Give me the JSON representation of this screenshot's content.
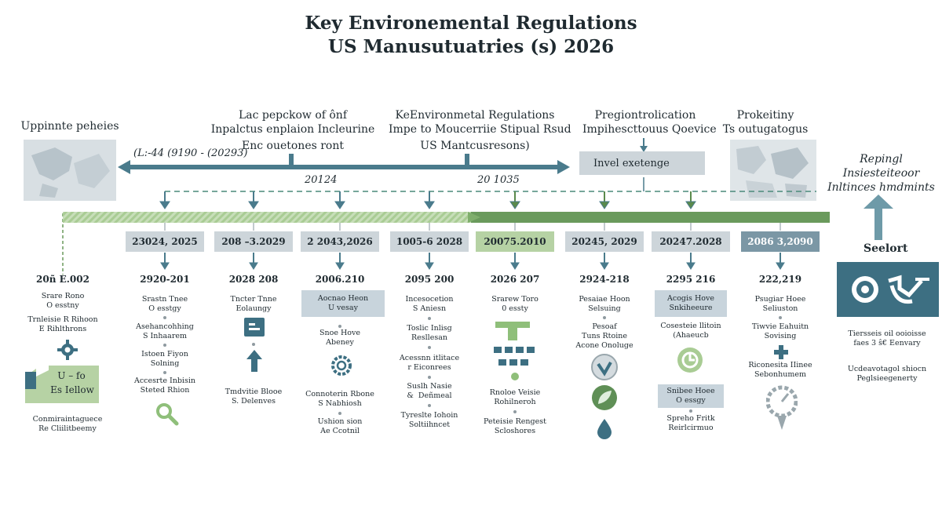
{
  "title": {
    "line1": "Key Environemental Regulations",
    "line2": "US Manusutuatries (s) 2026"
  },
  "colors": {
    "dark_bar": "#4a7b8c",
    "green_bar": "#6a9a5c",
    "light_green": "#a9cc94",
    "box_gray": "#cdd5da",
    "box_green": "#b6d2a4",
    "teal_dark": "#3d6f82"
  },
  "headers": {
    "left": "Uppinnte peheies",
    "h1": [
      "Lac pepckow of ônf",
      "Inpalctus enplaion Incleurine",
      "Enc ouetones ront"
    ],
    "h2": [
      "KeEnvironmetal Regulations",
      "Impe  to Moucerriie Stipual Rsud",
      "US Mantcusresons)"
    ],
    "h3": [
      "Pregiontrolication",
      "Impihescttouus Qoevice"
    ],
    "h4": [
      "Prokeitiny",
      "Ts outugatogus"
    ],
    "right": [
      "Repingl",
      "Insiesteiteoor",
      "Inltinces hmdmints"
    ]
  },
  "arrow_label": "(L:-44 (9190 - (20293)",
  "invel_box": "Invel exetenge",
  "year_labels": [
    "20124",
    "20 1035"
  ],
  "left_column": {
    "date": "20ñ E.002",
    "items": [
      "Srare Rono\nO esstny",
      "Trnleisie R Rihoon\nE Rihlthrons"
    ],
    "box": [
      "U – fo",
      "Es Iellow"
    ],
    "bottom": "Conmiraintaguece\nRe Cliilitbeemy"
  },
  "date_boxes": [
    "23024, 2025",
    "208 –3.2029",
    "2 2043,2026",
    "1005-6 2028",
    "20075.2010",
    "20245, 2029",
    "20247.2028",
    "2086 3,2090"
  ],
  "columns": [
    {
      "date": "2920-201",
      "items": [
        "Srastn Tnee\nO esstgy",
        "Asehancohhing\nS Inhaarem",
        "Istoen Fiyon\nSolning",
        "Accesrte Inbisin\nSteted Rhion"
      ]
    },
    {
      "date": "2028 208",
      "items": [
        "Tncter Tnne\nEolaungy",
        "Tmdvitie Blooe\nS. Delenves"
      ]
    },
    {
      "date": "2006.210",
      "items": [
        "Aocnao Heon\nU vesay",
        "Snoe Hove\nAbeney",
        "Connoterin Rbone\nS Nabhiosh",
        "Ushion sion\nAe Ccotnil"
      ]
    },
    {
      "date": "2095 200",
      "items": [
        "Incesocetion\nS Aniesn",
        "Toslic Inlisg\nResllesan",
        "Acessnn itlitace\nr Eiconrees",
        "Suslh Nasie\n&  Deñmeal",
        "Tyreslte Iohoin\nSoltiihncet"
      ]
    },
    {
      "date": "2026 207",
      "items": [
        "Srarew Toro\n0 essty",
        "Rnoloe Veisie\nRohilneroh",
        "Peteisie Rengest\nScloshores"
      ]
    },
    {
      "date": "2924-218",
      "items": [
        "Pesaiae Hoon\nSelsuing",
        "Pesoaf\nTuns Rtoine\nAcone Onoluge"
      ]
    },
    {
      "date": "2295 216",
      "items": [
        "Acogis Hove\nSnkiheeure",
        "Cosesteie llitoin\n(Ahaeucb",
        "Snibee Hoee\nO essgy",
        "Spreho Fritk\nReirlcirmuo"
      ]
    },
    {
      "date": "222,219",
      "items": [
        "Psugiar Hoee\nSeliuston",
        "Tiwvie Eahuitn\nSovising",
        "Riconesita IIinee\nSebonhumem"
      ]
    }
  ],
  "right_panel": {
    "label": "Seelort",
    "text1": "Tiersseis oil ooioisse\nfaes 3 ŝ€ Eenvary",
    "text2": "Ucdeavotagol shiocn\nPeglsieegenerty"
  }
}
